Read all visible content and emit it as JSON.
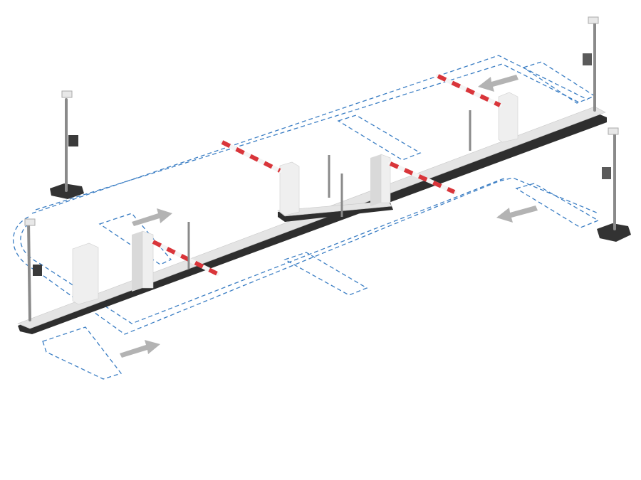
{
  "colors": {
    "loop": "#3b7ec4",
    "arrow": "#b3b3b3",
    "island_top": "#e4e4e4",
    "island_base": "#2e2e2e",
    "barrier_arm_stripe": "#d9353a"
  },
  "components": {
    "barrier_gates": 4,
    "camera_poles": 4,
    "traffic_arrows": 4
  }
}
